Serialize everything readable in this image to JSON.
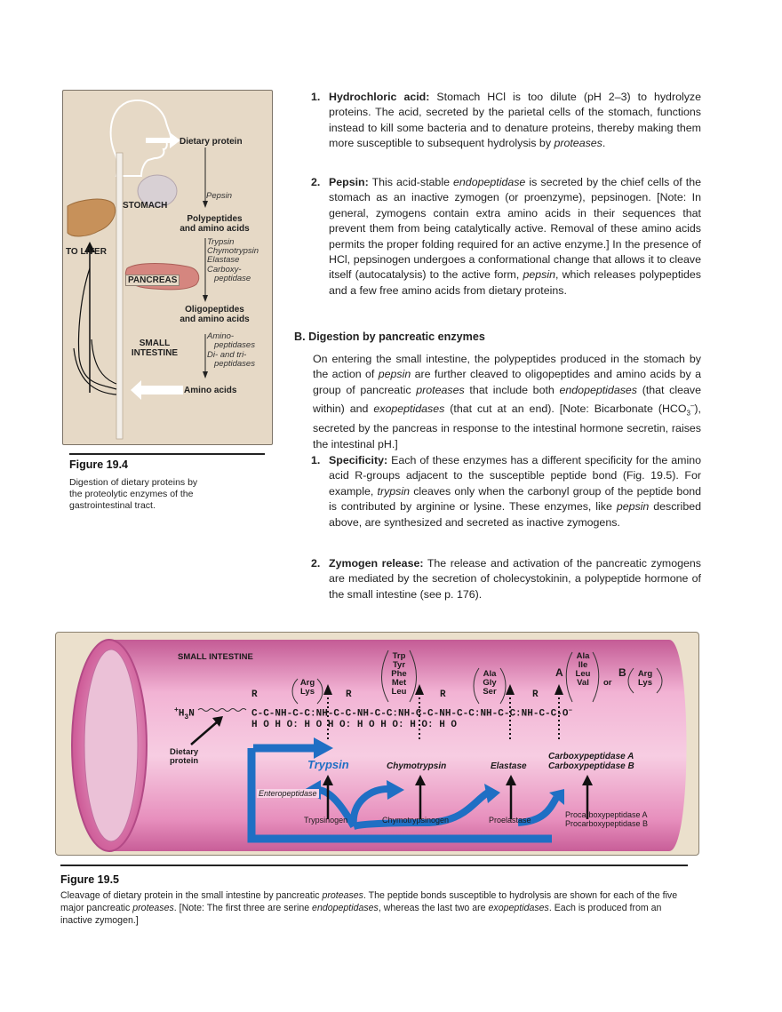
{
  "fig194": {
    "dietary_protein": "Dietary protein",
    "stomach": "STOMACH",
    "to_liver": "TO LIVER",
    "pancreas": "PANCREAS",
    "small_intestine_1": "SMALL",
    "small_intestine_2": "INTESTINE",
    "pepsin": "Pepsin",
    "polypeptides_1": "Polypeptides",
    "polypeptides_2": "and amino acids",
    "enz_trypsin": "Trypsin",
    "enz_chymotrypsin": "Chymotrypsin",
    "enz_elastase": "Elastase",
    "enz_carboxy_1": "Carboxy-",
    "enz_carboxy_2": "peptidase",
    "oligo_1": "Oligopeptides",
    "oligo_2": "and amino acids",
    "amino_pep_1": "Amino-",
    "amino_pep_2": "peptidases",
    "di_tri_1": "Di- and tri-",
    "di_tri_2": "peptidases",
    "amino_acids": "Amino acids",
    "caption_title": "Figure 19.4",
    "caption_1": "Digestion of dietary proteins by",
    "caption_2": "the proteolytic enzymes of the",
    "caption_3": "gastrointestinal tract."
  },
  "text": {
    "item1_num": "1.",
    "item1_term": "Hydrochloric acid:",
    "item1_body": " Stomach HCl is too dilute (pH 2–3) to hydrolyze proteins. The acid, secreted by the parietal cells of the stomach, functions instead to kill some bacteria and to denature proteins, thereby making them more susceptible to subsequent hydrolysis by ",
    "item1_em": "proteases",
    "item1_end": ".",
    "item2_num": "2.",
    "item2_term": "Pepsin:",
    "item2_a": " This acid-stable ",
    "item2_em1": "endopeptidase",
    "item2_b": " is secreted by the chief cells of the stomach as an inactive zymogen (or proenzyme), pepsinogen. [Note: In general, zymogens contain extra amino acids in their sequences that prevent them from being catalytically active. Removal of these amino acids permits the proper folding required for an active enzyme.] In the presence of HCl, pepsinogen undergoes a conformational change that allows it to cleave itself (autocatalysis) to the active form, ",
    "item2_em2": "pepsin",
    "item2_c": ", which releases polypeptides and a few free amino acids from dietary proteins.",
    "secB": "B.  Digestion by pancreatic enzymes",
    "secB_a": "On entering the small intestine, the polypeptides produced in the stomach by the action of ",
    "secB_em1": "pepsin",
    "secB_b": " are further cleaved to oligopeptides and amino acids by a group of pancreatic ",
    "secB_em2": "proteases",
    "secB_c": " that include both ",
    "secB_em3": "endopeptidases",
    "secB_d": " (that cleave within) and ",
    "secB_em4": "exopeptidases",
    "secB_e": " (that cut at an end). [Note: Bicarbonate (HCO",
    "secB_sub": "3",
    "secB_sup": "–",
    "secB_f": "), secreted by the pancreas in response to the intestinal hormone secretin, raises the intestinal pH.]",
    "item3_num": "1.",
    "item3_term": "Specificity:",
    "item3_a": " Each of these enzymes has a different specificity for the amino acid R-groups adjacent to the susceptible peptide bond (Fig. 19.5). For example, ",
    "item3_em1": "trypsin",
    "item3_b": " cleaves only when the carbonyl group of the peptide bond is contributed by arginine or lysine. These enzymes, like ",
    "item3_em2": "pepsin",
    "item3_c": " described above, are synthesized and secreted as inactive zymogens.",
    "item4_num": "2.",
    "item4_term": "Zymogen release:",
    "item4_body": " The release and activation of the pancreatic zymogens are mediated by the secretion of cholecystokinin, a polypeptide hormone of the small intestine (see p. 176)."
  },
  "fig195": {
    "small_intestine": "SMALL INTESTINE",
    "h3n": "+H3N",
    "chain_r": "R",
    "arg": "Arg",
    "lys": "Lys",
    "trp": "Trp",
    "tyr": "Tyr",
    "phe": "Phe",
    "met": "Met",
    "leu": "Leu",
    "ala": "Ala",
    "gly": "Gly",
    "ser": "Ser",
    "A": "A",
    "ile": "Ile",
    "val": "Val",
    "or": "or",
    "B": "B",
    "dietary_1": "Dietary",
    "dietary_2": "protein",
    "trypsin": "Trypsin",
    "chymotrypsin": "Chymotrypsin",
    "elastase": "Elastase",
    "carboxyA": "Carboxypeptidase A",
    "carboxyB": "Carboxypeptidase B",
    "enteropeptidase": "Enteropeptidase",
    "trypsinogen": "Trypsinogen",
    "chymotrypsinogen": "Chymotrypsinogen",
    "proelastase": "Proelastase",
    "procarboxyA": "Procarboxypeptidase A",
    "procarboxyB": "Procarboxypeptidase B",
    "caption_title": "Figure 19.5",
    "cap_a": "Cleavage of dietary protein in the small intestine by pancreatic ",
    "cap_em1": "proteases",
    "cap_b": ". The peptide bonds susceptible to hydrolysis are shown for each of the five major pancreatic ",
    "cap_em2": "proteases",
    "cap_c": ". [Note: The first three are serine ",
    "cap_em3": "endopeptidases",
    "cap_d": ", whereas the last two are ",
    "cap_em4": "exopeptidases",
    "cap_e": ". Each is produced from an inactive zymogen.]"
  },
  "colors": {
    "panel_tan": "#e6d9c6",
    "intestine_pink": "#e98fbf",
    "cleavage_blue": "#1f6fc4",
    "liver_brown": "#c7915a",
    "pancreas_pink": "#d5867f"
  }
}
